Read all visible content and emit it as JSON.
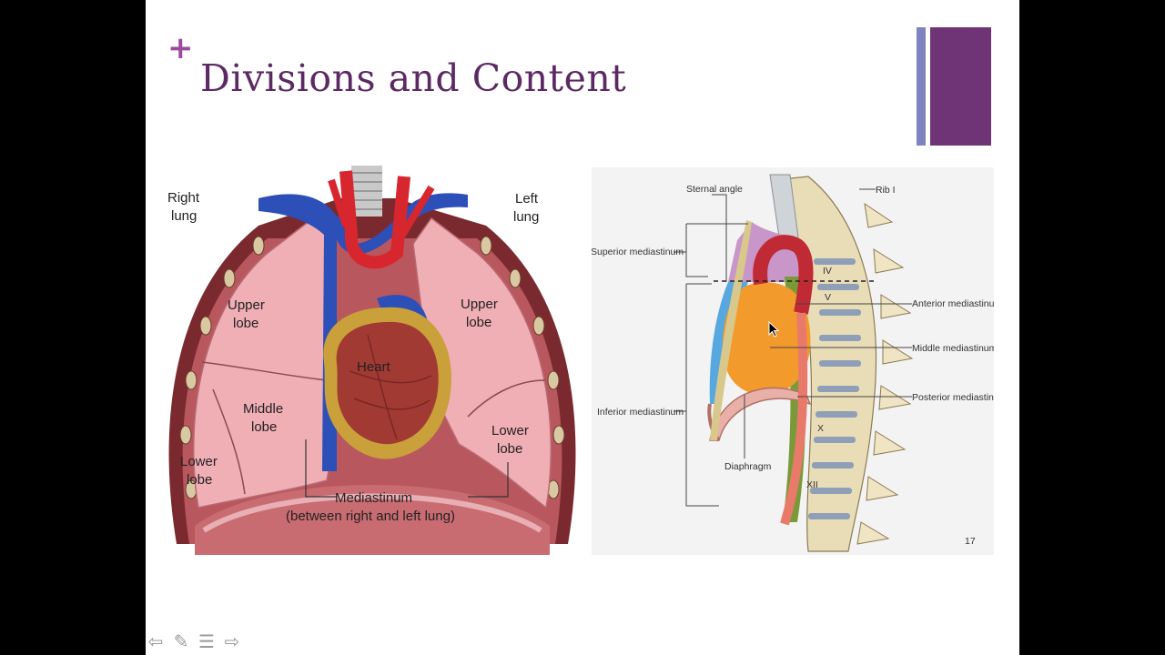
{
  "slide": {
    "bullet_glyph": "+",
    "title": "Divisions and Content",
    "accent_colors": [
      "#7f83c0",
      "#6f3475"
    ]
  },
  "figure_left": {
    "labels": {
      "right_lung_1": "Right",
      "right_lung_2": "lung",
      "left_lung_1": "Left",
      "left_lung_2": "lung",
      "upper_lobe_right_1": "Upper",
      "upper_lobe_right_2": "lobe",
      "upper_lobe_left_1": "Upper",
      "upper_lobe_left_2": "lobe",
      "heart": "Heart",
      "middle_lobe_1": "Middle",
      "middle_lobe_2": "lobe",
      "lower_lobe_right_1": "Lower",
      "lower_lobe_right_2": "lobe",
      "lower_lobe_left_1": "Lower",
      "lower_lobe_left_2": "lobe",
      "mediastinum": "Mediastinum",
      "mediastinum_note": "(between right and left lung)"
    }
  },
  "figure_right": {
    "labels": {
      "sternal_angle": "Sternal angle",
      "rib": "Rib I",
      "superior_mediastinum": "Superior mediastinum",
      "anterior_mediastinum": "Anterior mediastinum",
      "middle_mediastinum": "Middle mediastinum",
      "posterior_mediastinum": "Posterior mediastinum",
      "inferior_mediastinum": "Inferior mediastinum",
      "diaphragm": "Diaphragm",
      "vertebra_iv": "IV",
      "vertebra_v": "V",
      "vertebra_x": "X",
      "vertebra_xii": "XII",
      "page_number": "17"
    }
  },
  "controls": {
    "prev": "⇦",
    "pen": "✎",
    "menu": "☰",
    "next": "⇨"
  }
}
